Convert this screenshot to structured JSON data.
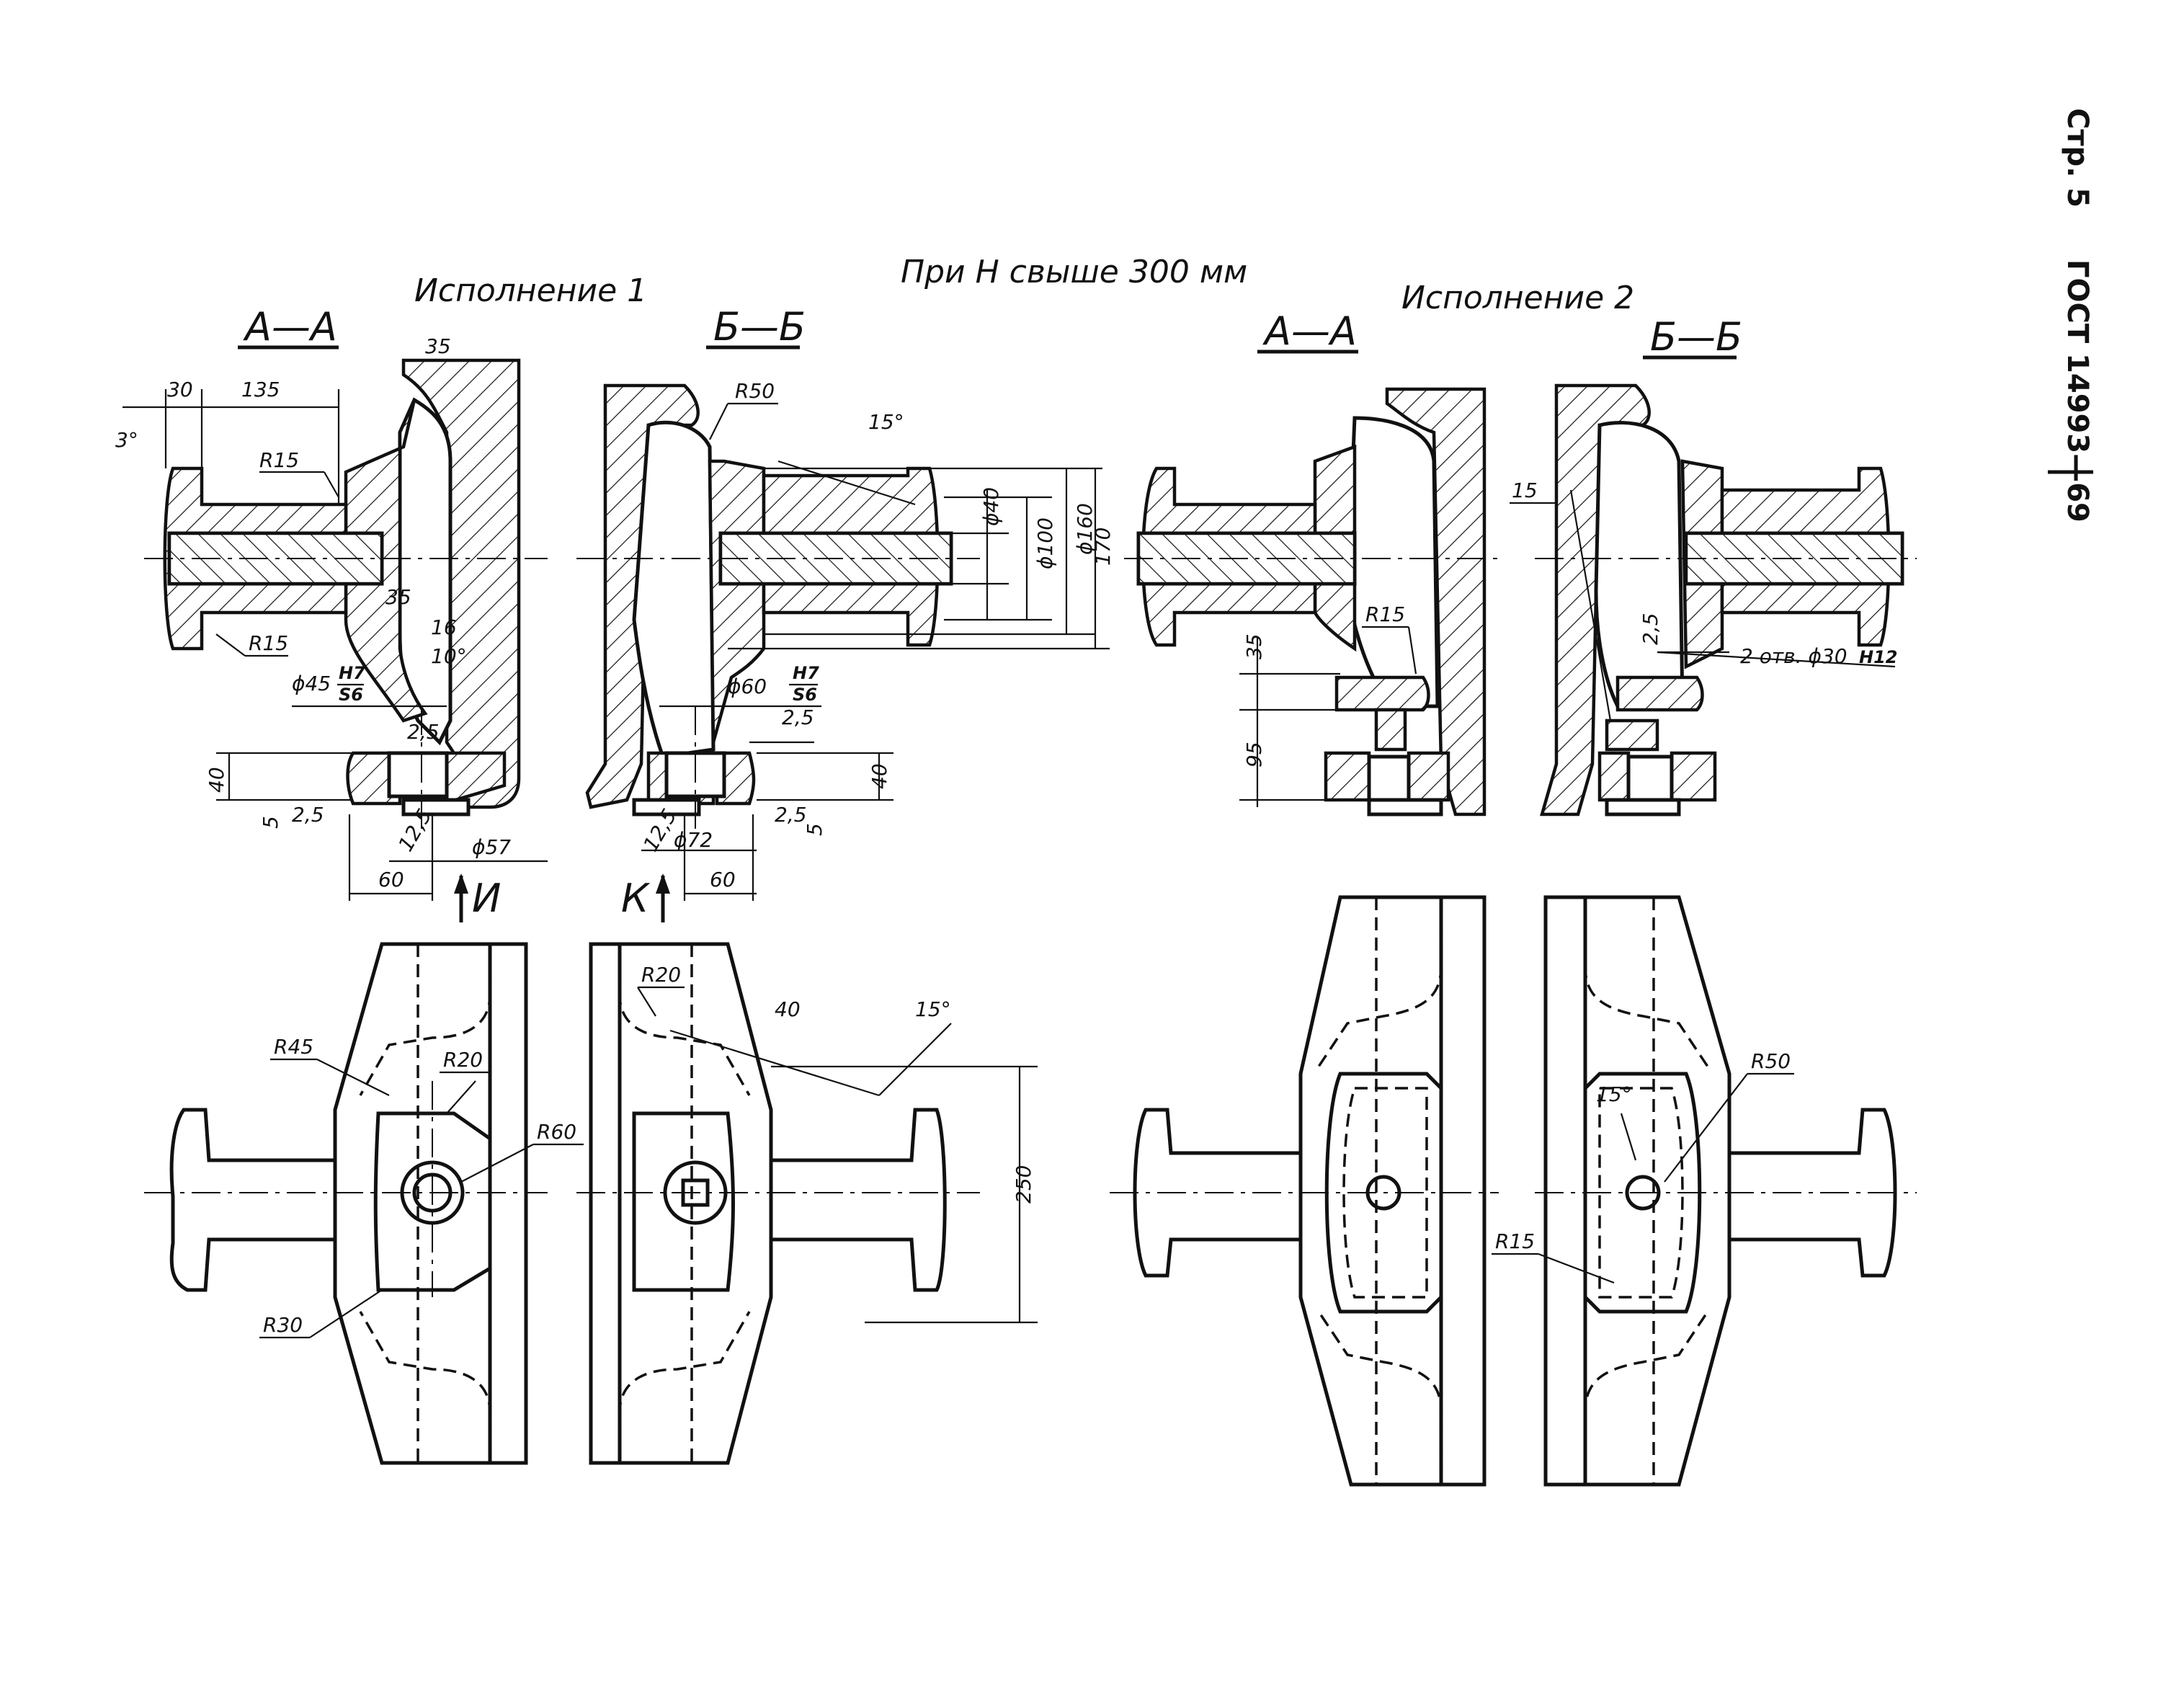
{
  "side": {
    "page": "Стр. 5",
    "standard": "ГОСТ 14993—69"
  },
  "header": {
    "condition": "При H свыше 300 мм",
    "variant1": "Исполнение 1",
    "variant2": "Исполнение 2"
  },
  "sections": {
    "v1_aa": "А—А",
    "v1_bb": "Б—Б",
    "v2_aa": "А—А",
    "v2_bb": "Б—Б"
  },
  "views": {
    "i": "И",
    "k": "К"
  },
  "v1_aa_dims": {
    "d35": "35",
    "d30": "30",
    "d135": "135",
    "angle3": "3°",
    "r15a": "R15",
    "r15b": "R15",
    "d35b": "35",
    "d16": "16",
    "angle10": "10°",
    "phi45": "ϕ45",
    "fit_top": "H7",
    "fit_bot": "S6",
    "rough25": "2,5",
    "d40": "40",
    "d5": "5",
    "rough25b": "2,5",
    "d125": "12,5",
    "phi57": "ϕ57",
    "d60": "60"
  },
  "v1_bb_dims": {
    "r50": "R50",
    "angle15": "15°",
    "phi40": "ϕ40",
    "phi100": "ϕ100",
    "phi160": "ϕ160",
    "d170": "170",
    "phi60": "ϕ60",
    "fit_top": "H7",
    "fit_bot": "S6",
    "rough25": "2,5",
    "d40": "40",
    "rough25b": "2,5",
    "d5": "5",
    "d125": "12,5",
    "phi72": "ϕ72",
    "d60": "60"
  },
  "v1_plan_dims": {
    "r45": "R45",
    "r20a": "R20",
    "r60": "R60",
    "r30": "R30",
    "r20b": "R20",
    "d40": "40",
    "angle15": "15°",
    "d250": "250"
  },
  "v2_dims": {
    "r15": "R15",
    "d35": "35",
    "d95": "95",
    "d15": "15",
    "rough25": "2,5",
    "holes": "2 отв. ϕ30",
    "holes_fit": "H12",
    "angle15": "15°",
    "r50": "R50",
    "r15b": "R15"
  }
}
